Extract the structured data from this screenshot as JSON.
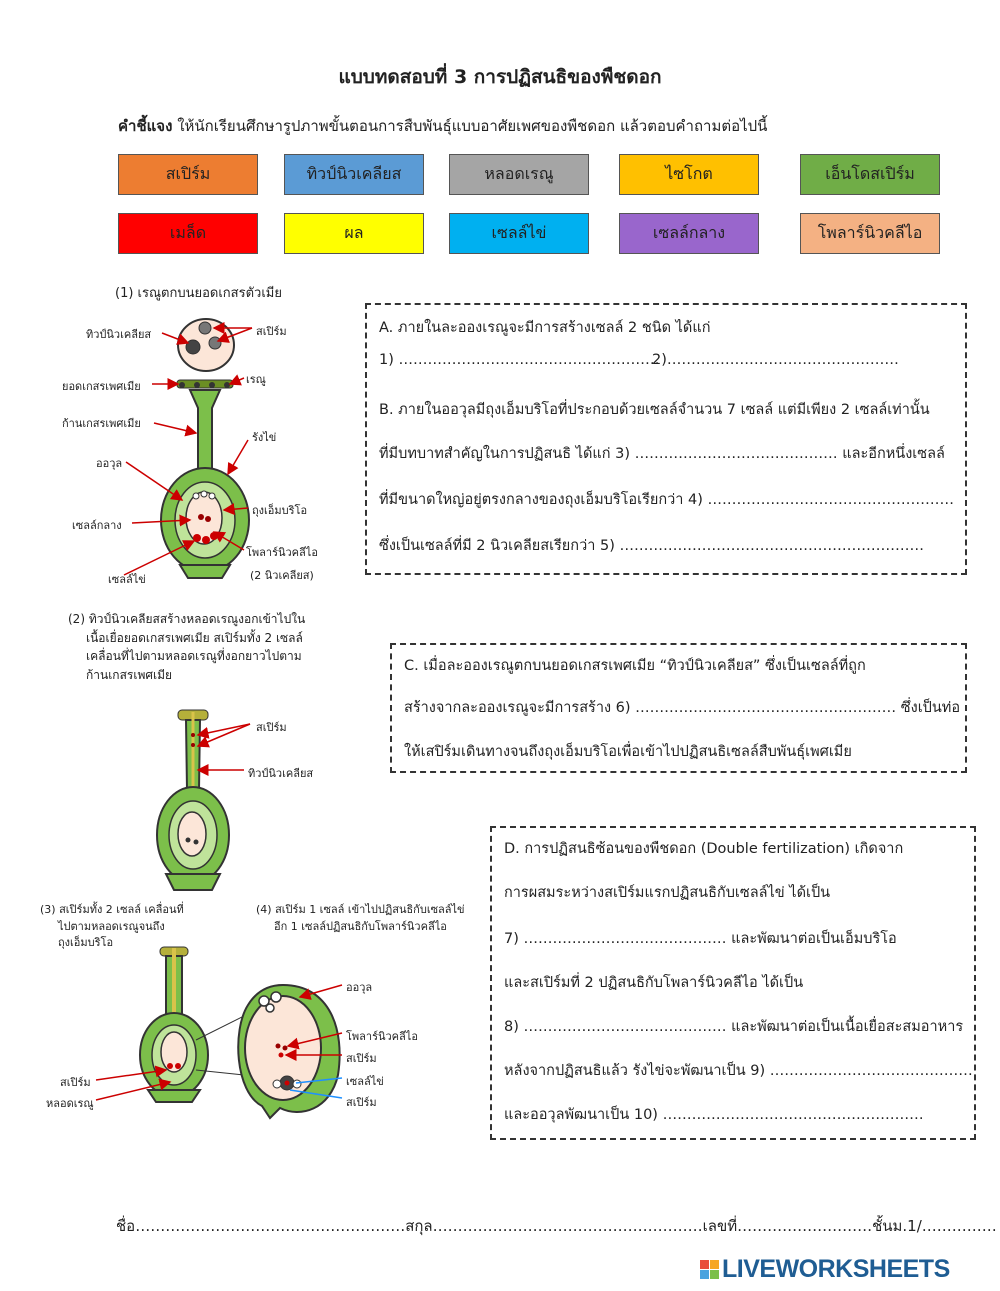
{
  "header": {
    "title": "แบบทดสอบที่ 3 การปฏิสนธิของพืชดอก",
    "instruction_label": "คำชี้แจง",
    "instruction_text": " ให้นักเรียนศึกษารูปภาพขั้นตอนการสืบพันธุ์แบบอาศัยเพศของพืชดอก แล้วตอบคำถามต่อไปนี้"
  },
  "word_bank": [
    {
      "label": "สเปิร์ม",
      "color": "#ed7d31"
    },
    {
      "label": "ทิวป์นิวเคลียส",
      "color": "#5b9bd5"
    },
    {
      "label": "หลอดเรณู",
      "color": "#a5a5a5"
    },
    {
      "label": "ไซโกต",
      "color": "#ffc000"
    },
    {
      "label": "เอ็นโดสเปิร์ม",
      "color": "#70ad47"
    },
    {
      "label": "เมล็ด",
      "color": "#ff0000"
    },
    {
      "label": "ผล",
      "color": "#ffff00"
    },
    {
      "label": "เซลล์ไข่",
      "color": "#00b0f0"
    },
    {
      "label": "เซลล์กลาง",
      "color": "#9966cc"
    },
    {
      "label": "โพลาร์นิวคลีไอ",
      "color": "#f4b183"
    }
  ],
  "box_a": {
    "l1": "A. ภายในละอองเรณูจะมีการสร้างเซลล์ 2 ชนิด ได้แก่",
    "l2a": "1) ………………………………………………",
    "l2b": "2)…………………………………………",
    "l3": "B. ภายในออวุลมีถุงเอ็มบริโอที่ประกอบด้วยเซลล์จำนวน 7 เซลล์ แต่มีเพียง 2 เซลล์เท่านั้น",
    "l4": "ที่มีบทบาทสำคัญในการปฏิสนธิ ได้แก่ 3) …………………………………… และอีกหนึ่งเซลล์",
    "l5": "ที่มีขนาดใหญ่อยู่ตรงกลางของถุงเอ็มบริโอเรียกว่า 4) ……………………………………………",
    "l6": "ซึ่งเป็นเซลล์ที่มี 2 นิวเคลียสเรียกว่า 5) ………………………………………………………"
  },
  "box_c": {
    "l1": "C. เมื่อละอองเรณูตกบนยอดเกสรเพศเมีย “ทิวป์นิวเคลียส” ซึ่งเป็นเซลล์ที่ถูก",
    "l2": "สร้างจากละอองเรณูจะมีการสร้าง 6) ……………………………………………… ซึ่งเป็นท่อ",
    "l3": "ให้เสปิร์มเดินทางจนถึงถุงเอ็มบริโอเพื่อเข้าไปปฏิสนธิเซลล์สืบพันธุ์เพศเมีย"
  },
  "box_d": {
    "l1": "D. การปฏิสนธิซ้อนของพืชดอก (Double fertilization) เกิดจาก",
    "l2": "การผสมระหว่างสเปิร์มแรกปฏิสนธิกับเซลล์ไข่ ได้เป็น",
    "l3": "7) …………………………………… และพัฒนาต่อเป็นเอ็มบริโอ",
    "l4": "และสเปิร์มที่ 2 ปฏิสนธิกับโพลาร์นิวคลีไอ ได้เป็น",
    "l5": "8) …………………………………… และพัฒนาต่อเป็นเนื้อเยื่อสะสมอาหาร",
    "l6": "หลังจากปฏิสนธิแล้ว รังไข่จะพัฒนาเป็น 9) ……………………………………",
    "l7": "และออวุลพัฒนาเป็น 10) ………………………………………………"
  },
  "diagram1": {
    "caption": "(1) เรณูตกบนยอดเกสรตัวเมีย",
    "tube_nucleus": "ทิวป์นิวเคลียส",
    "sperm": "สเปิร์ม",
    "stigma": "ยอดเกสรเพศเมีย",
    "pollen": "เรณู",
    "style": "ก้านเกสรเพศเมีย",
    "ovary": "รังไข่",
    "ovule": "ออวุล",
    "embryo_sac": "ถุงเอ็มบริโอ",
    "central_cell": "เซลล์กลาง",
    "polar_nuclei": "โพลาร์นิวคลีไอ",
    "two_nuclei": "(2 นิวเคลียส)",
    "egg_cell": "เซลล์ไข่"
  },
  "diagram2": {
    "caption_l1": "(2) ทิวป์นิวเคลียสสร้างหลอดเรณูงอกเข้าไปใน",
    "caption_l2": "เนื้อเยื่อยอดเกสรเพศเมีย สเปิร์มทั้ง 2 เซลล์",
    "caption_l3": "เคลื่อนที่ไปตามหลอดเรณูที่งอกยาวไปตาม",
    "caption_l4": "ก้านเกสรเพศเมีย",
    "sperm": "สเปิร์ม",
    "tube_nucleus": "ทิวป์นิวเคลียส"
  },
  "diagram3": {
    "caption_l1": "(3) สเปิร์มทั้ง 2 เซลล์ เคลื่อนที่",
    "caption_l2": "ไปตามหลอดเรณูจนถึง",
    "caption_l3": "ถุงเอ็มบริโอ",
    "sperm": "สเปิร์ม",
    "pollen_tube": "หลอดเรณู"
  },
  "diagram4": {
    "caption_l1": "(4) สเปิร์ม 1 เซลล์ เข้าไปปฏิสนธิกับเซลล์ไข่",
    "caption_l2": "อีก 1 เซลล์ปฏิสนธิกับโพลาร์นิวคลีไอ",
    "ovule": "ออวุล",
    "polar_nuclei": "โพลาร์นิวคลีไอ",
    "sperm_a": "สเปิร์ม",
    "egg_cell": "เซลล์ไข่",
    "sperm_b": "สเปิร์ม"
  },
  "footer": {
    "text": "ชื่อ………………………………………………สกุล………………………………………………เลขที่………………………ชั้นม.1/……………"
  },
  "brand": {
    "name": "LIVEWORKSHEETS",
    "icon": "liveworksheets-logo-icon"
  }
}
